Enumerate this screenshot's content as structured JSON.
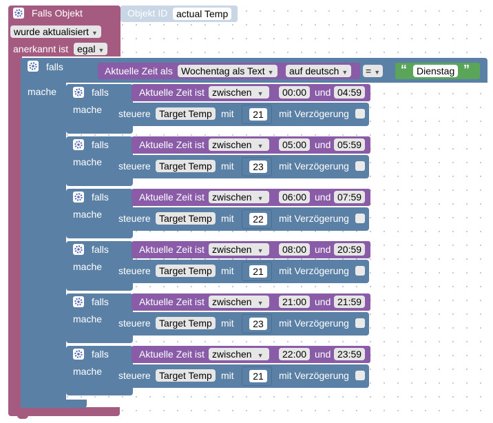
{
  "main_block": {
    "title": "Falls Objekt",
    "object_id_label": "Objekt ID",
    "object_id_value": "actual Temp",
    "trigger_value": "wurde aktualisiert",
    "ack_label": "anerkannt ist",
    "ack_value": "egal"
  },
  "outer_if": {
    "if_label": "falls",
    "do_label": "mache",
    "time_label": "Aktuelle Zeit als",
    "format_value": "Wochentag als Text",
    "lang_value": "auf deutsch",
    "operator": "=",
    "compare_text": "Dienstag",
    "quote_open": "“",
    "quote_close": "”"
  },
  "inner_labels": {
    "if_label": "falls",
    "do_label": "mache",
    "time_is": "Aktuelle Zeit ist",
    "mode": "zwischen",
    "and": "und",
    "set_label": "steuere",
    "with_label": "mit",
    "delay_label": "mit Verzögerung"
  },
  "rules": [
    {
      "from": "00:00",
      "to": "04:59",
      "target": "Target Temp",
      "value": "21"
    },
    {
      "from": "05:00",
      "to": "05:59",
      "target": "Target Temp",
      "value": "23"
    },
    {
      "from": "06:00",
      "to": "07:59",
      "target": "Target Temp",
      "value": "22"
    },
    {
      "from": "08:00",
      "to": "20:59",
      "target": "Target Temp",
      "value": "21"
    },
    {
      "from": "21:00",
      "to": "21:59",
      "target": "Target Temp",
      "value": "23"
    },
    {
      "from": "22:00",
      "to": "23:59",
      "target": "Target Temp",
      "value": "21"
    }
  ],
  "colors": {
    "event_block": "#a55b80",
    "logic_block": "#5b80a5",
    "time_block": "#8a5ca8",
    "text_block": "#5ba55b"
  },
  "icons": {
    "gear": "gear-icon",
    "dropdown": "triangle-down"
  }
}
